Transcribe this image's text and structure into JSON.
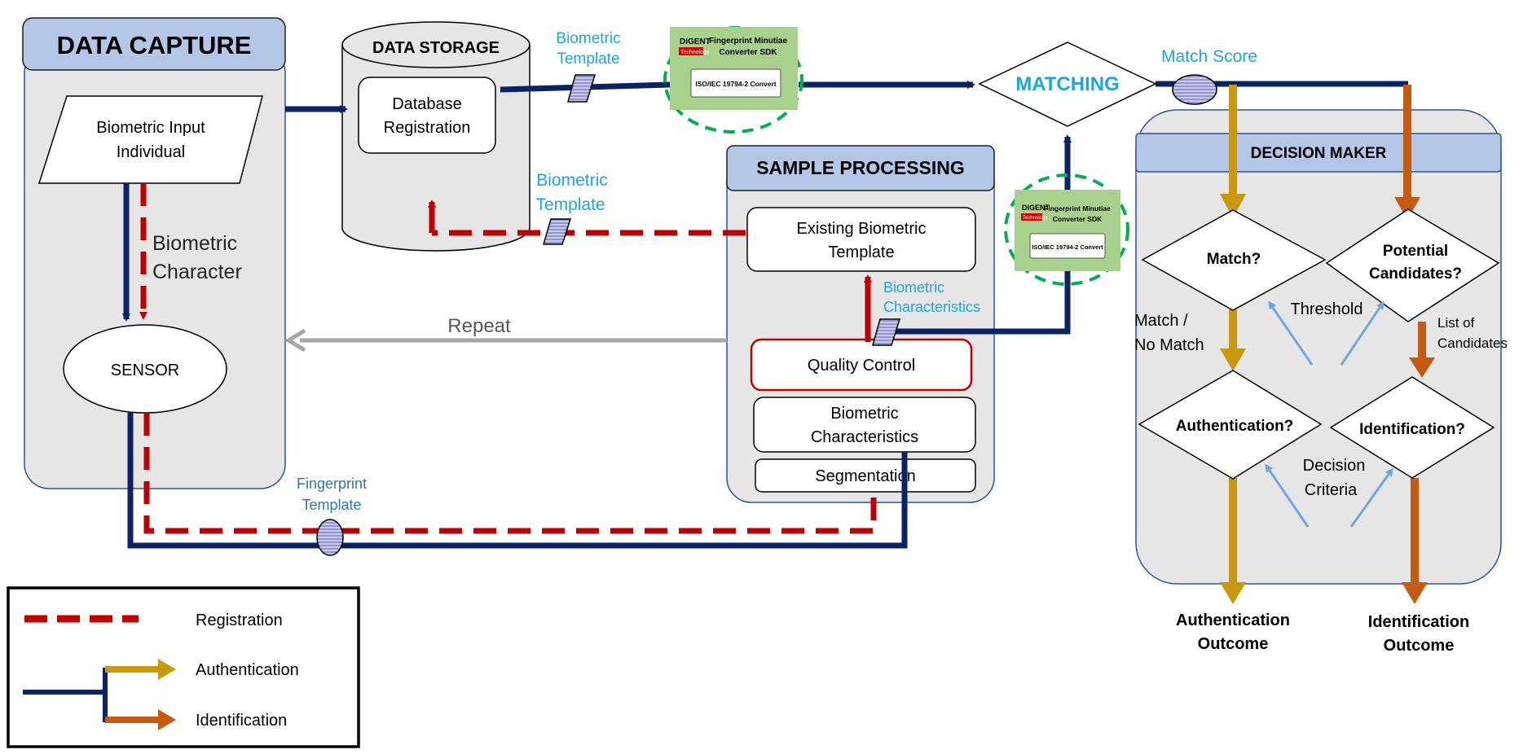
{
  "data_capture": {
    "title": "DATA CAPTURE",
    "input_line1": "Biometric Input",
    "input_line2": "Individual",
    "biometric_char_line1": "Biometric",
    "biometric_char_line2": "Character",
    "sensor": "SENSOR"
  },
  "data_storage": {
    "title": "DATA STORAGE",
    "db_line1": "Database",
    "db_line2": "Registration"
  },
  "sdk_badge": {
    "brand_line1": "DIGENT",
    "brand_line2": "Technology",
    "product_line1": "Fingerprint Minutiae",
    "product_line2": "Converter SDK",
    "standard": "ISO/IEC 19794-2 Convert",
    "standard_lower": "ISO/IEC 19794-2 Convert"
  },
  "labels": {
    "biometric_template_top_1": "Biometric",
    "biometric_template_top_2": "Template",
    "biometric_template_mid_1": "Biometric",
    "biometric_template_mid_2": "Template",
    "match_score": "Match Score",
    "repeat": "Repeat",
    "biometric_characteristics_1": "Biometric",
    "biometric_characteristics_2": "Characteristics",
    "fingerprint_template_1": "Fingerprint",
    "fingerprint_template_2": "Template"
  },
  "matching": {
    "title": "MATCHING"
  },
  "sample_processing": {
    "title": "SAMPLE PROCESSING",
    "existing_line1": "Existing Biometric",
    "existing_line2": "Template",
    "quality": "Quality Control",
    "characteristics_line1": "Biometric",
    "characteristics_line2": "Characteristics",
    "segmentation": "Segmentation"
  },
  "decision_maker": {
    "title": "DECISION MAKER",
    "match_q": "Match?",
    "potential_line1": "Potential",
    "potential_line2": "Candidates?",
    "threshold": "Threshold",
    "match_nomatch_1": "Match /",
    "match_nomatch_2": "No Match",
    "list_line1": "List of",
    "list_line2": "Candidates",
    "authentication_q": "Authentication?",
    "identification_q": "Identification?",
    "criteria_line1": "Decision",
    "criteria_line2": "Criteria",
    "auth_outcome_1": "Authentication",
    "auth_outcome_2": "Outcome",
    "ident_outcome_1": "Identification",
    "ident_outcome_2": "Outcome"
  },
  "legend": {
    "registration": "Registration",
    "authentication": "Authentication",
    "identification": "Identification"
  },
  "colors": {
    "navy": "#0b2366",
    "red": "#c00000",
    "gold": "#c9980c",
    "orange": "#c55a11",
    "cyan": "#1aa7e0",
    "panel": "#e7e6e6",
    "header": "#b4c7e7",
    "grey_arrow": "#a6a6a6",
    "light_blue_arrow": "#6fa8dc",
    "green_badge": "#a9d18e",
    "green_dash": "#00b050"
  }
}
